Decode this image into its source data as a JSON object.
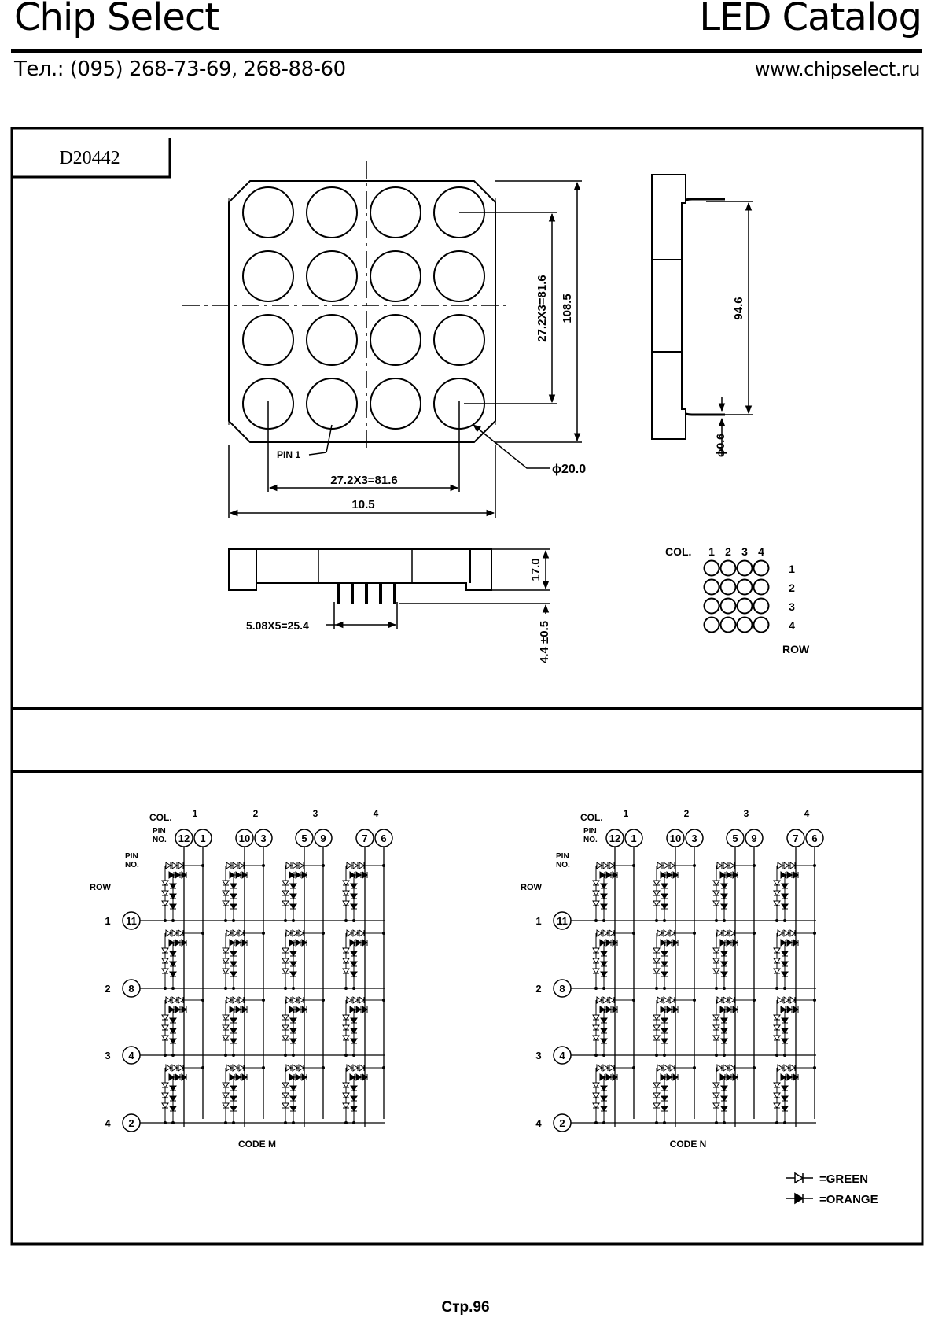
{
  "header": {
    "brand": "Chip Select",
    "catalog": "LED Catalog",
    "phone": "Тел.: (095) 268-73-69, 268-88-60",
    "website": "www.chipselect.ru"
  },
  "panel": {
    "part_number": "D20442"
  },
  "front_view": {
    "pin1_label": "PIN 1",
    "pitch_horizontal": "27.2X3=81.6",
    "total_width": "10.5",
    "pitch_vertical": "27.2X3=81.6",
    "total_height": "108.5",
    "diameter": "ϕ20.0"
  },
  "side_view": {
    "lead_span": "94.6",
    "lead_diameter": "ϕ0.6"
  },
  "bottom_view": {
    "pin_pitch": "5.08X5=25.4",
    "body_height": "17.0",
    "lead_length": "4.4 ±0.5"
  },
  "key": {
    "col_label": "COL.",
    "row_label": "ROW",
    "col_numbers": [
      "1",
      "2",
      "3",
      "4"
    ],
    "row_numbers": [
      "1",
      "2",
      "3",
      "4"
    ]
  },
  "schematic_common": {
    "col_label": "COL.",
    "pin_no_label": "PIN\nNO.",
    "row_label": "ROW",
    "col_numbers": [
      "1",
      "2",
      "3",
      "4"
    ],
    "col_pins": [
      [
        "12",
        "1"
      ],
      [
        "10",
        "3"
      ],
      [
        "5",
        "9"
      ],
      [
        "7",
        "6"
      ]
    ],
    "row_numbers": [
      "1",
      "2",
      "3",
      "4"
    ],
    "row_pins": [
      "11",
      "8",
      "4",
      "2"
    ]
  },
  "schematics": [
    {
      "code": "CODE M"
    },
    {
      "code": "CODE N"
    }
  ],
  "legend": {
    "green": "=GREEN",
    "orange": "=ORANGE"
  },
  "footer": {
    "page": "Стр.96"
  }
}
